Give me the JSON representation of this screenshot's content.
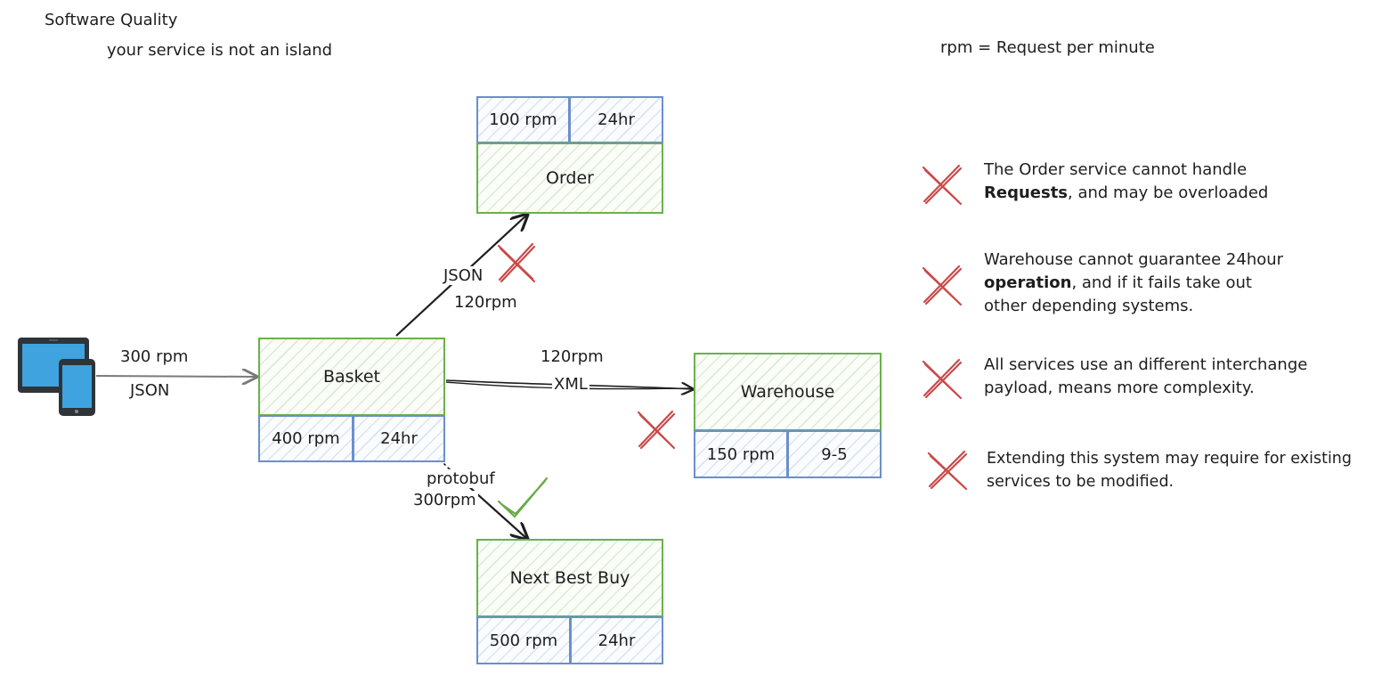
{
  "header": {
    "title": "Software Quality",
    "subtitle": "your service is not an island",
    "legend": "rpm = Request per minute"
  },
  "client": {
    "rate": "300 rpm",
    "format": "JSON"
  },
  "services": {
    "order": {
      "name": "Order",
      "rpm": "100 rpm",
      "hours": "24hr"
    },
    "basket": {
      "name": "Basket",
      "rpm": "400 rpm",
      "hours": "24hr"
    },
    "warehouse": {
      "name": "Warehouse",
      "rpm": "150 rpm",
      "hours": "9-5"
    },
    "next_best_buy": {
      "name": "Next Best Buy",
      "rpm": "500 rpm",
      "hours": "24hr"
    }
  },
  "edges": {
    "basket_order": {
      "format": "JSON",
      "rate": "120rpm"
    },
    "basket_warehouse": {
      "format": "XML",
      "rate": "120rpm"
    },
    "basket_nbb": {
      "format": "protobuf",
      "rate": "300rpm"
    }
  },
  "issues": [
    {
      "pre": "The Order service cannot handle",
      "bold": "Requests",
      "post": ", and may be overloaded",
      "extra": ""
    },
    {
      "pre": "Warehouse cannot guarantee 24hour",
      "bold": "operation",
      "post": ", and if it fails take out",
      "extra": "other depending systems."
    },
    {
      "pre": "All services use an different interchange",
      "bold": "",
      "post": "payload, means more complexity.",
      "extra": ""
    },
    {
      "pre": "Extending this system may require for existing",
      "bold": "",
      "post": "services to be modified.",
      "extra": ""
    }
  ],
  "colors": {
    "service_border": "#69b14a",
    "meta_border": "#6b8fcb",
    "cross": "#c94a4a",
    "check": "#6aab4a",
    "arrow": "#1e1e1e",
    "client_arrow": "#7a7a7a"
  }
}
